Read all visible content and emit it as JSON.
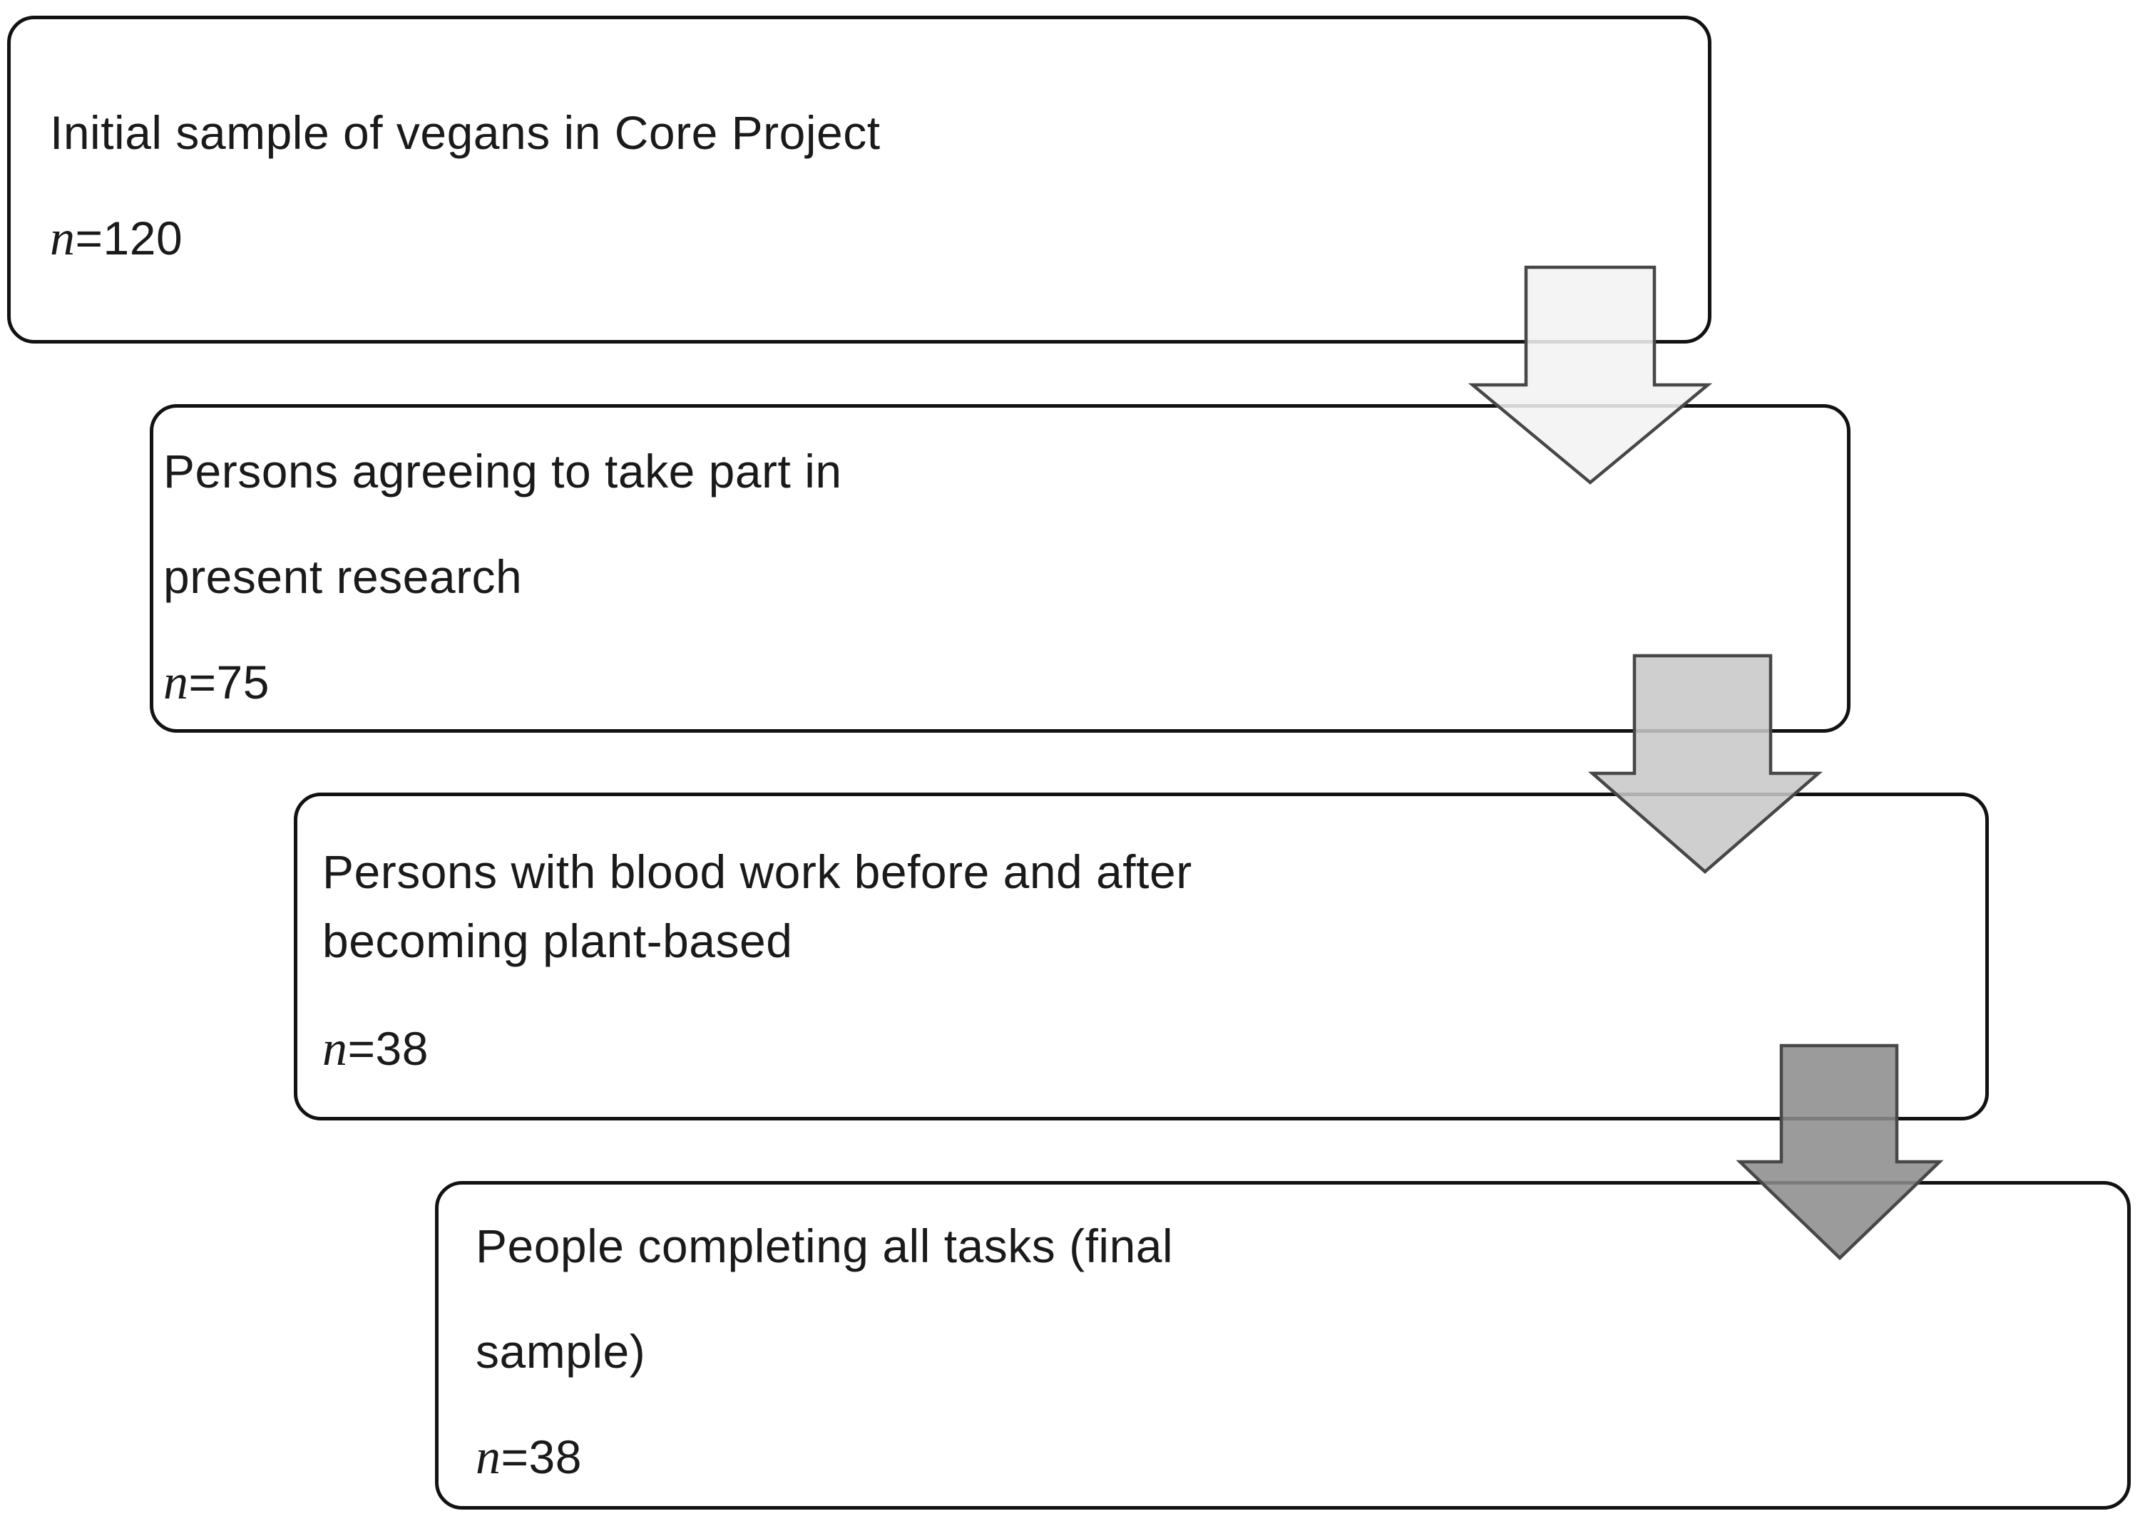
{
  "figure": {
    "type": "participant-flow-diagram",
    "background_color": "#ffffff",
    "box_border_color": "#121212",
    "text_color": "#1a1a1a"
  },
  "boxes": [
    {
      "id": "initial-sample",
      "lines": [
        "Initial sample of vegans in Core Project"
      ],
      "n_italic": "n",
      "n_rest": "=120"
    },
    {
      "id": "agreed-to-take-part",
      "lines": [
        "Persons agreeing to take part in",
        "present research"
      ],
      "n_italic": "n",
      "n_rest": "=75"
    },
    {
      "id": "blood-work-before-after",
      "lines": [
        "Persons with blood work before and after",
        "becoming plant-based"
      ],
      "n_italic": "n",
      "n_rest": "=38"
    },
    {
      "id": "final-sample",
      "lines": [
        "People completing all tasks (final",
        "sample)"
      ],
      "n_italic": "n",
      "n_rest": "=38"
    }
  ],
  "arrows": [
    {
      "name": "step-1-to-2",
      "fill": "#f2f2f2",
      "stroke": "#474747"
    },
    {
      "name": "step-2-to-3",
      "fill": "#c8c8c8",
      "stroke": "#474747"
    },
    {
      "name": "step-3-to-4",
      "fill": "#8c8c8c",
      "stroke": "#474747"
    }
  ]
}
